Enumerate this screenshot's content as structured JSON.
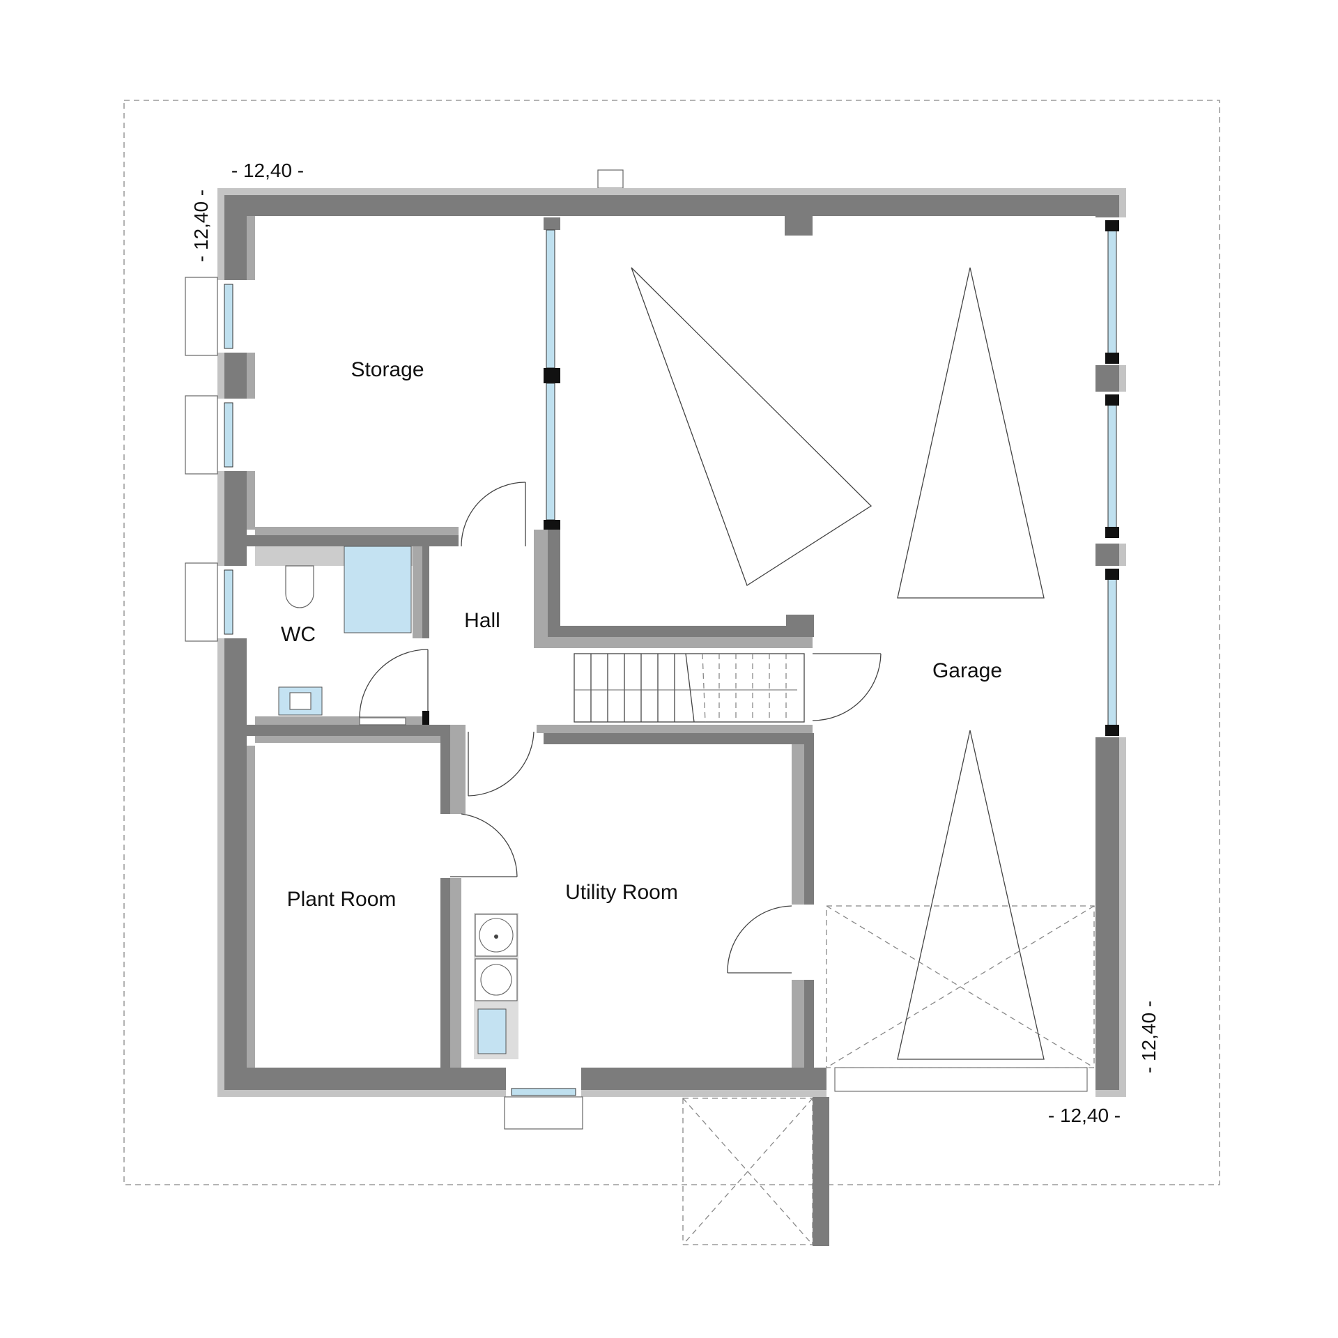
{
  "rooms": {
    "storage": "Storage",
    "garage": "Garage",
    "hall": "Hall",
    "wc": "WC",
    "utility": "Utility Room",
    "plant": "Plant Room"
  },
  "dimensions": {
    "top": "- 12,40 -",
    "left": "- 12,40 -",
    "right": "- 12,40 -",
    "bottom": "- 12,40 -"
  }
}
